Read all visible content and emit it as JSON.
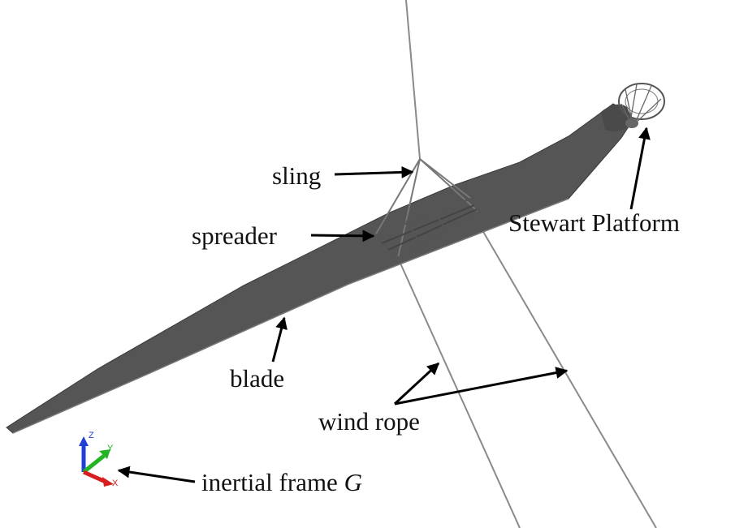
{
  "labels": {
    "sling": "sling",
    "spreader": "spreader",
    "stewart": "Stewart Platform",
    "blade": "blade",
    "wind_rope": "wind rope",
    "frame_prefix": "inertial frame ",
    "frame_symbol": "G"
  },
  "axes": {
    "z": "Z",
    "y": "Y",
    "x": "X"
  },
  "colors": {
    "blade": "#555555",
    "blade_edge": "#3a3a3a",
    "rope": "#8a8a8a",
    "arrow": "#000000",
    "axis_z": "#1f3fd6",
    "axis_y": "#23b323",
    "axis_x": "#d81f1f"
  }
}
